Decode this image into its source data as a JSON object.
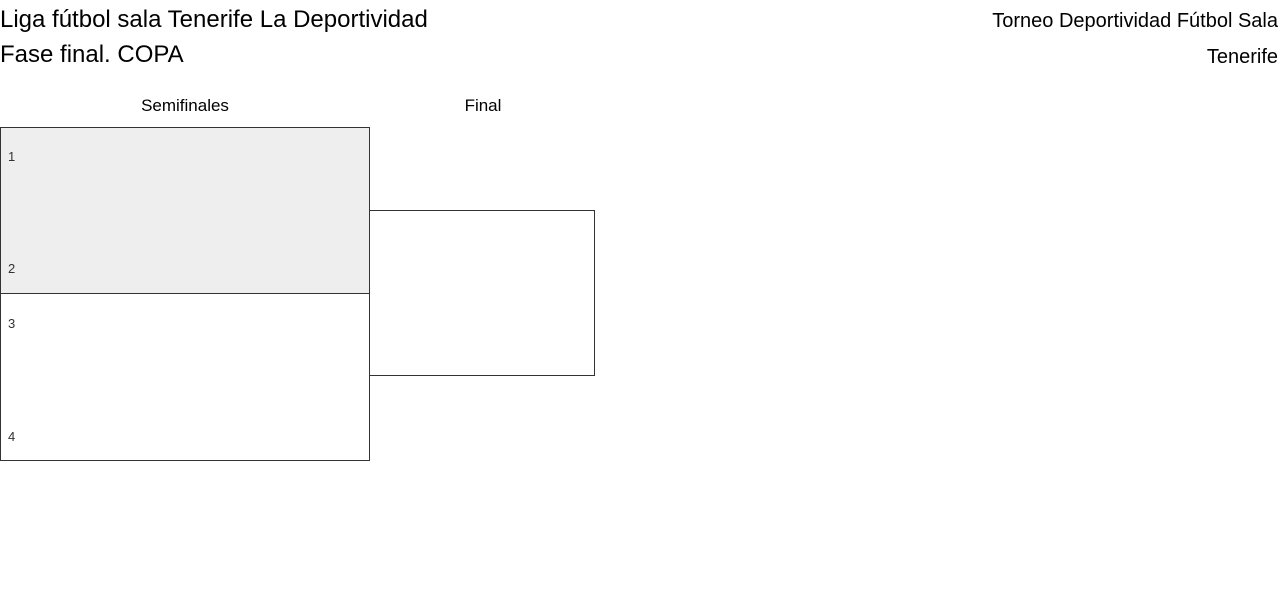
{
  "header": {
    "title_lines": [
      "Liga fútbol sala Tenerife La Deportividad",
      "Fase final. COPA"
    ],
    "organizer_lines": [
      "Torneo Deportividad Fútbol Sala",
      "Tenerife"
    ]
  },
  "bracket": {
    "rounds": [
      {
        "label": "Semifinales"
      },
      {
        "label": "Final"
      }
    ],
    "matches": [
      {
        "round": "Semifinales",
        "shaded": true,
        "slots": [
          {
            "seed": "1",
            "team": ""
          },
          {
            "seed": "2",
            "team": ""
          }
        ]
      },
      {
        "round": "Semifinales",
        "shaded": false,
        "slots": [
          {
            "seed": "3",
            "team": ""
          },
          {
            "seed": "4",
            "team": ""
          }
        ]
      },
      {
        "round": "Final",
        "shaded": false,
        "slots": [
          {
            "seed": "",
            "team": ""
          },
          {
            "seed": "",
            "team": ""
          }
        ]
      }
    ]
  },
  "colors": {
    "border": "#333333",
    "shaded_fill": "#eeeeee",
    "page_background": "#ffffff",
    "text": "#000000",
    "slot_text": "#333333"
  }
}
